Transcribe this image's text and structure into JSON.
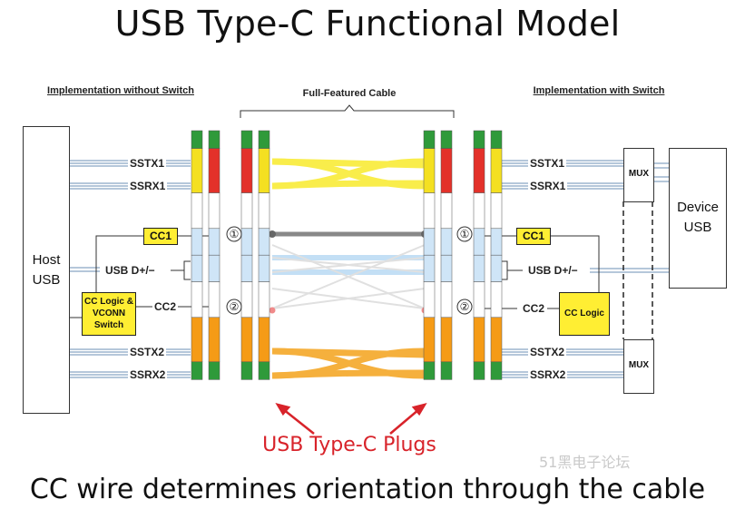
{
  "title": "USB Type-C Functional Model",
  "subtitle": "CC wire determines orientation through the cable",
  "plugs_label": "USB Type-C Plugs",
  "watermark": "51黑电子论坛",
  "headers": {
    "left": "Implementation without Switch",
    "center": "Full-Featured Cable",
    "right": "Implementation with Switch"
  },
  "host": {
    "label": "Host USB"
  },
  "device": {
    "label": "Device USB"
  },
  "mux_label": "MUX",
  "left_side": {
    "signals": {
      "sstx1": "SSTX1",
      "ssrx1": "SSRX1",
      "usb": "USB D+/−",
      "cc2": "CC2",
      "sstx2": "SSTX2",
      "ssrx2": "SSRX2"
    },
    "cc1": "CC1",
    "cc_logic": "CC Logic & VCONN Switch",
    "orient_1": "①",
    "orient_2": "②"
  },
  "right_side": {
    "signals": {
      "sstx1": "SSTX1",
      "ssrx1": "SSRX1",
      "usb": "USB D+/−",
      "cc2": "CC2",
      "sstx2": "SSTX2",
      "ssrx2": "SSRX2"
    },
    "cc1": "CC1",
    "cc_logic": "CC Logic",
    "orient_1": "①",
    "orient_2": "②"
  },
  "colors": {
    "gnd": "#2f9a3a",
    "yellow": "#f4e021",
    "red": "#e3312a",
    "orange": "#f59b16",
    "white": "#ffffff",
    "blue": "#cfe5f7",
    "label_red": "#d8232a",
    "cc_yellow": "#ffee33"
  }
}
